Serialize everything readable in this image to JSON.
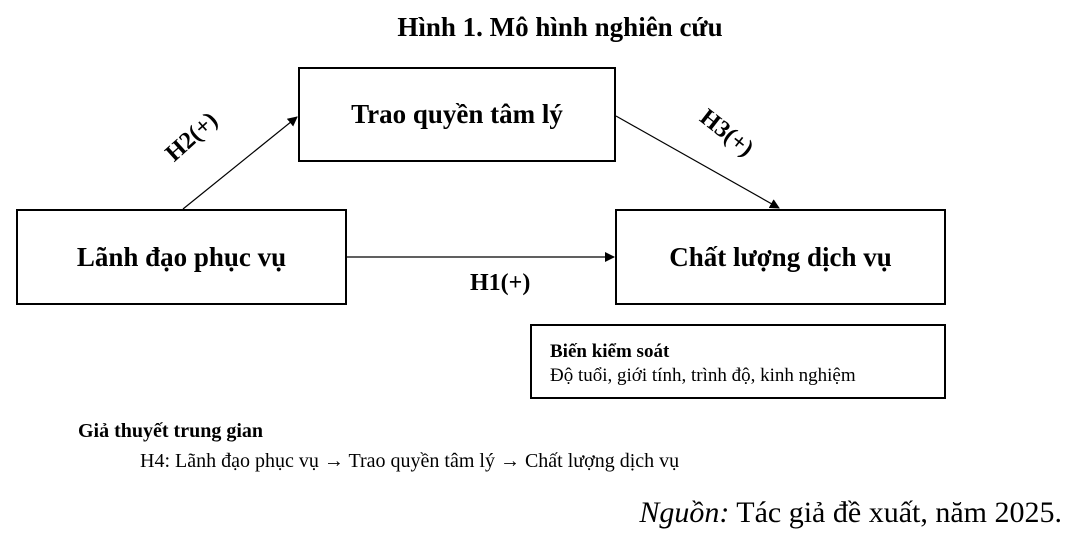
{
  "title": "Hình 1. Mô hình nghiên cứu",
  "nodes": {
    "mediator": "Trao quyền tâm lý",
    "independent": "Lãnh đạo phục vụ",
    "dependent": "Chất lượng dịch vụ"
  },
  "edges": {
    "h1": "H1(+)",
    "h2": "H2(+)",
    "h3": "H3(+)"
  },
  "controls": {
    "heading": "Biến kiểm soát",
    "items": "Độ tuổi, giới tính, trình độ, kinh nghiệm"
  },
  "mediation": {
    "heading": "Giả thuyết trung gian",
    "h4": "H4: Lãnh đạo phục vụ → Trao quyền tâm lý → Chất lượng dịch vụ"
  },
  "source": {
    "label": "Nguồn:",
    "text": " Tác giả đề xuất, năm 2025."
  }
}
